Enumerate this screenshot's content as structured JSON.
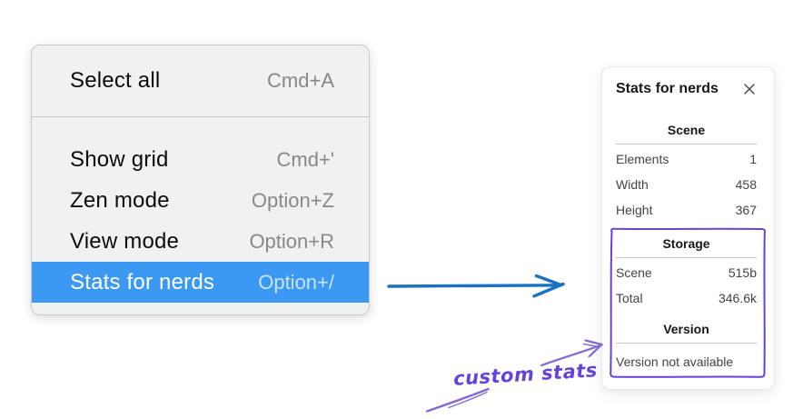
{
  "menu": {
    "sections": [
      {
        "items": [
          {
            "label": "Select all",
            "shortcut": "Cmd+A"
          }
        ]
      },
      {
        "items": [
          {
            "label": "Show grid",
            "shortcut": "Cmd+'"
          },
          {
            "label": "Zen mode",
            "shortcut": "Option+Z"
          },
          {
            "label": "View mode",
            "shortcut": "Option+R"
          },
          {
            "label": "Stats for nerds",
            "shortcut": "Option+/",
            "highlighted": true
          }
        ]
      }
    ]
  },
  "stats_panel": {
    "title": "Stats for nerds",
    "scene_section": {
      "header": "Scene",
      "rows": [
        {
          "label": "Elements",
          "value": "1"
        },
        {
          "label": "Width",
          "value": "458"
        },
        {
          "label": "Height",
          "value": "367"
        }
      ]
    },
    "storage_section": {
      "header": "Storage",
      "rows": [
        {
          "label": "Scene",
          "value": "515b"
        },
        {
          "label": "Total",
          "value": "346.6k"
        }
      ]
    },
    "version_section": {
      "header": "Version",
      "note": "Version not available"
    }
  },
  "annotation": {
    "label": "custom stats"
  },
  "icons": {
    "close": "close-icon"
  },
  "colors": {
    "menu_highlight": "#3b99f4",
    "arrow_blue": "#1971c2",
    "annotation_purple": "#6741d9",
    "annotation_purple_light": "#8468d8"
  }
}
